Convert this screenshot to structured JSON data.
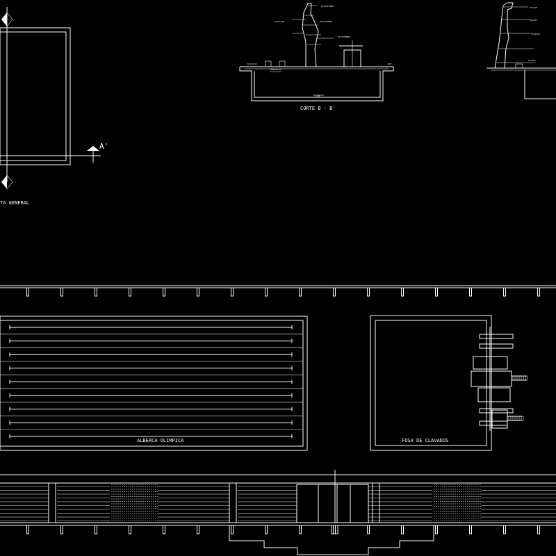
{
  "labels": {
    "planta_general": "TA GENERAL",
    "corte_b": "CORTE B - B'",
    "section_marker": "A'",
    "alberca": "ALBERCA OLIMPICA",
    "fosa": "FOSA DE CLAVADOS"
  },
  "colors": {
    "background": "#000000",
    "lines": "#ffffff"
  },
  "lanes": {
    "count": 9
  },
  "fine_print_b": [
    "ESCALERA",
    "PLATAFORMA",
    "PLATAFORMA",
    "PLATAFORMA",
    "TRAMPOLIN",
    "3.00",
    "NIV"
  ],
  "fine_print_c": [
    "PLATAF.",
    "PLATAF.",
    "PLATAF.",
    "PLATAF."
  ]
}
